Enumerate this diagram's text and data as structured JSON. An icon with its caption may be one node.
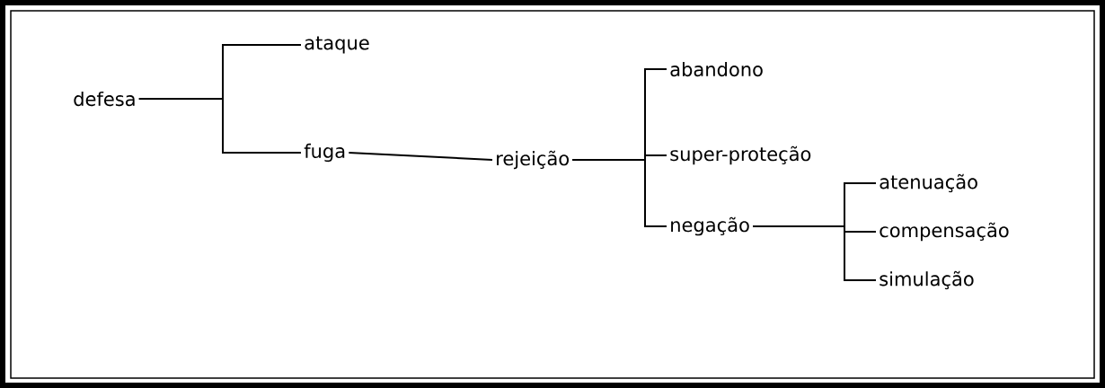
{
  "diagram": {
    "nodes": [
      {
        "text": [
          "defesa"
        ]
      },
      {
        "text": [
          "ataque"
        ]
      },
      {
        "text": [
          "fuga"
        ]
      },
      {
        "text": [
          "rejeição"
        ]
      },
      {
        "text": [
          "abandono"
        ]
      },
      {
        "text": [
          "super-proteção"
        ]
      },
      {
        "text": [
          "negação"
        ]
      },
      {
        "text": [
          "atenuação"
        ]
      },
      {
        "text": [
          "compensação"
        ]
      },
      {
        "text": [
          "simulação"
        ]
      }
    ],
    "edges": [
      {
        "from": 0,
        "to": 1,
        "arrow": "none"
      },
      {
        "from": 0,
        "to": 2,
        "arrow": "none"
      },
      {
        "from": 2,
        "to": 3,
        "arrow": "none"
      },
      {
        "from": 3,
        "to": 4,
        "arrow": "none"
      },
      {
        "from": 3,
        "to": 5,
        "arrow": "none"
      },
      {
        "from": 3,
        "to": 6,
        "arrow": "none"
      },
      {
        "from": 6,
        "to": 7,
        "arrow": "none"
      },
      {
        "from": 6,
        "to": 8,
        "arrow": "none"
      },
      {
        "from": 6,
        "to": 9,
        "arrow": "none"
      }
    ]
  }
}
